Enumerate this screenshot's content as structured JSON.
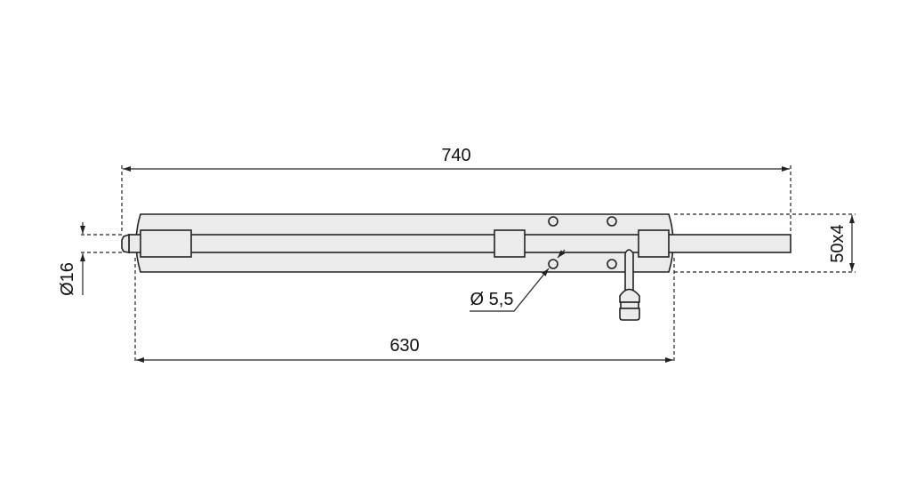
{
  "drawing": {
    "overall_length_label": "740",
    "plate_length_label": "630",
    "plate_size_label": "50x4",
    "bolt_diameter_label": "Ø16",
    "hole_diameter_label": "Ø 5,5"
  }
}
